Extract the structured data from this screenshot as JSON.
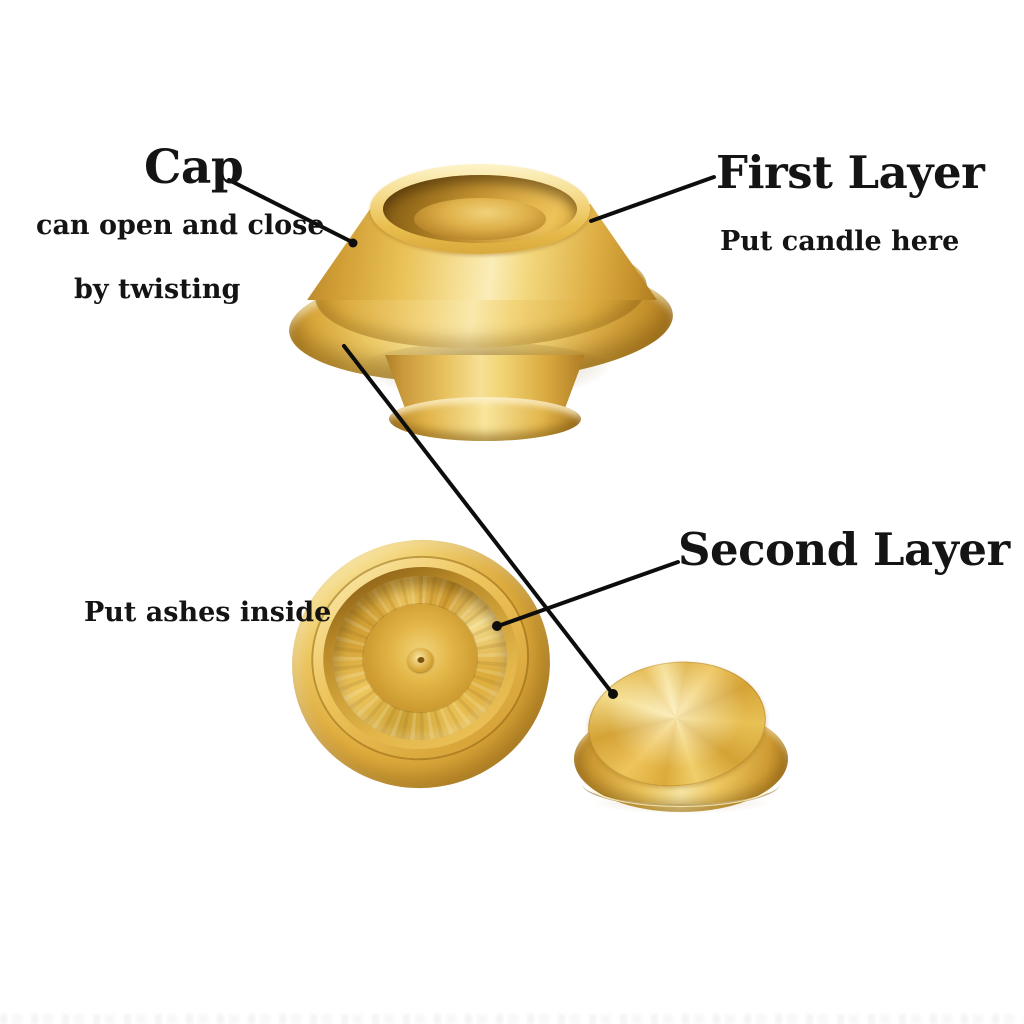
{
  "labels": {
    "cap": {
      "title": "Cap",
      "desc_line1": "can open and close",
      "desc_line2": "by twisting"
    },
    "first_layer": {
      "title": "First Layer",
      "desc": "Put candle here"
    },
    "second_layer": {
      "title": "Second Layer"
    },
    "ashes": {
      "desc": "Put ashes inside"
    }
  },
  "colors": {
    "background": "#ffffff",
    "text": "#141414",
    "leader_line": "#0d0d0d",
    "gold_highlight": "#fdf3c6",
    "gold_light": "#f6dd8d",
    "gold_mid": "#e9be4e",
    "gold_deep": "#cf9c30",
    "gold_shadow": "#a5751f",
    "gold_dark": "#7c5412"
  }
}
